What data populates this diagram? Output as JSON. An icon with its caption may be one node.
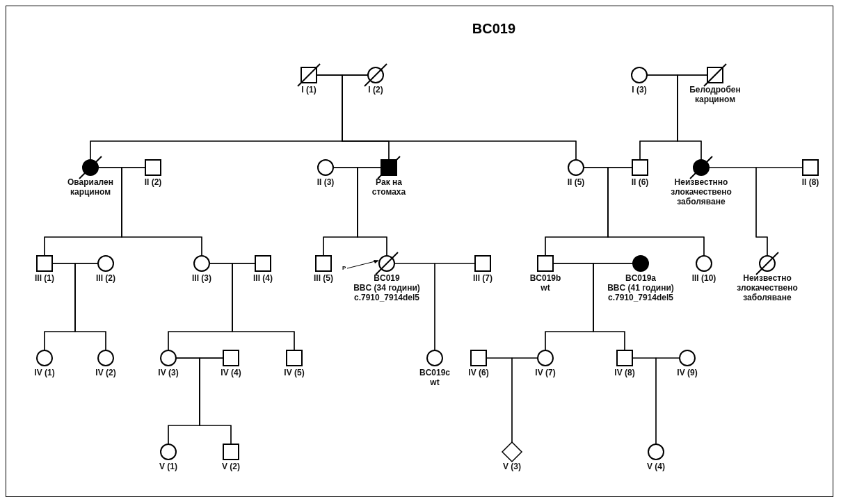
{
  "diagram": {
    "title": "BC019",
    "nodes": [
      {
        "text": [
          "I (1)"
        ]
      },
      {
        "text": [
          "I (2)"
        ]
      },
      {
        "text": [
          "I (3)"
        ]
      },
      {
        "text": [
          "Белодробен карцином"
        ]
      },
      {
        "text": [
          "Овариален карцином"
        ]
      },
      {
        "text": [
          "II (2)"
        ]
      },
      {
        "text": [
          "II (3)"
        ]
      },
      {
        "text": [
          "Рак на стомаха"
        ]
      },
      {
        "text": [
          "II (5)"
        ]
      },
      {
        "text": [
          "II (6)"
        ]
      },
      {
        "text": [
          "Неизвестнно злокачествено заболяване"
        ]
      },
      {
        "text": [
          "II (8)"
        ]
      },
      {
        "text": [
          "III (1)"
        ]
      },
      {
        "text": [
          "III (2)"
        ]
      },
      {
        "text": [
          "III (3)"
        ]
      },
      {
        "text": [
          "III (4)"
        ]
      },
      {
        "text": [
          "III (5)"
        ]
      },
      {
        "text": [
          "BC019",
          "BBC (34 години) c.7910_7914del5"
        ],
        "beside": [
          "P"
        ]
      },
      {
        "text": [
          "III (7)"
        ]
      },
      {
        "text": [
          "BC019b",
          "wt"
        ]
      },
      {
        "text": [
          "BC019a",
          "BBC (41 години) c.7910_7914del5"
        ]
      },
      {
        "text": [
          "III (10)"
        ]
      },
      {
        "text": [
          "Неизвестно злокачествено заболяване"
        ]
      },
      {
        "text": [
          "IV (1)"
        ]
      },
      {
        "text": [
          "IV (2)"
        ]
      },
      {
        "text": [
          "IV (3)"
        ]
      },
      {
        "text": [
          "IV (4)"
        ]
      },
      {
        "text": [
          "IV (5)"
        ]
      },
      {
        "text": [
          "BC019c",
          "wt"
        ]
      },
      {
        "text": [
          "IV (6)"
        ]
      },
      {
        "text": [
          "IV (7)"
        ]
      },
      {
        "text": [
          "IV (8)"
        ]
      },
      {
        "text": [
          "IV (9)"
        ]
      },
      {
        "text": [
          "V (1)"
        ]
      },
      {
        "text": [
          "V (2)"
        ]
      },
      {
        "text": [
          "V (3)"
        ]
      },
      {
        "text": [
          "V (4)"
        ]
      }
    ],
    "edges": [
      {
        "from": 0,
        "to": 1,
        "arrow": "none"
      },
      {
        "from": 0,
        "to": 4,
        "arrow": "none"
      },
      {
        "from": 1,
        "to": 4,
        "arrow": "none"
      },
      {
        "from": 0,
        "to": 7,
        "arrow": "none"
      },
      {
        "from": 1,
        "to": 7,
        "arrow": "none"
      },
      {
        "from": 0,
        "to": 8,
        "arrow": "none"
      },
      {
        "from": 1,
        "to": 8,
        "arrow": "none"
      },
      {
        "from": 2,
        "to": 3,
        "arrow": "none"
      },
      {
        "from": 2,
        "to": 9,
        "arrow": "none"
      },
      {
        "from": 3,
        "to": 9,
        "arrow": "none"
      },
      {
        "from": 2,
        "to": 10,
        "arrow": "none"
      },
      {
        "from": 3,
        "to": 10,
        "arrow": "none"
      },
      {
        "from": 4,
        "to": 5,
        "arrow": "none"
      },
      {
        "from": 4,
        "to": 12,
        "arrow": "none"
      },
      {
        "from": 5,
        "to": 12,
        "arrow": "none"
      },
      {
        "from": 4,
        "to": 14,
        "arrow": "none"
      },
      {
        "from": 5,
        "to": 14,
        "arrow": "none"
      },
      {
        "from": 6,
        "to": 7,
        "arrow": "none"
      },
      {
        "from": 6,
        "to": 16,
        "arrow": "none"
      },
      {
        "from": 7,
        "to": 16,
        "arrow": "none"
      },
      {
        "from": 6,
        "to": 17,
        "arrow": "none"
      },
      {
        "from": 7,
        "to": 17,
        "arrow": "none"
      },
      {
        "from": 8,
        "to": 9,
        "arrow": "none"
      },
      {
        "from": 8,
        "to": 19,
        "arrow": "none"
      },
      {
        "from": 9,
        "to": 19,
        "arrow": "none"
      },
      {
        "from": 8,
        "to": 21,
        "arrow": "none"
      },
      {
        "from": 9,
        "to": 21,
        "arrow": "none"
      },
      {
        "from": 10,
        "to": 11,
        "arrow": "none"
      },
      {
        "from": 10,
        "to": 22,
        "arrow": "none"
      },
      {
        "from": 11,
        "to": 22,
        "arrow": "none"
      },
      {
        "from": 12,
        "to": 13,
        "arrow": "none"
      },
      {
        "from": 12,
        "to": 23,
        "arrow": "none"
      },
      {
        "from": 13,
        "to": 23,
        "arrow": "none"
      },
      {
        "from": 12,
        "to": 24,
        "arrow": "none"
      },
      {
        "from": 13,
        "to": 24,
        "arrow": "none"
      },
      {
        "from": 14,
        "to": 15,
        "arrow": "none"
      },
      {
        "from": 14,
        "to": 25,
        "arrow": "none"
      },
      {
        "from": 15,
        "to": 25,
        "arrow": "none"
      },
      {
        "from": 14,
        "to": 27,
        "arrow": "none"
      },
      {
        "from": 15,
        "to": 27,
        "arrow": "none"
      },
      {
        "from": 17,
        "to": 18,
        "arrow": "none"
      },
      {
        "from": 17,
        "to": 28,
        "arrow": "none"
      },
      {
        "from": 18,
        "to": 28,
        "arrow": "none"
      },
      {
        "from": 19,
        "to": 20,
        "arrow": "none"
      },
      {
        "from": 19,
        "to": 30,
        "arrow": "none"
      },
      {
        "from": 20,
        "to": 30,
        "arrow": "none"
      },
      {
        "from": 19,
        "to": 31,
        "arrow": "none"
      },
      {
        "from": 20,
        "to": 31,
        "arrow": "none"
      },
      {
        "from": 25,
        "to": 26,
        "arrow": "none"
      },
      {
        "from": 25,
        "to": 33,
        "arrow": "none"
      },
      {
        "from": 26,
        "to": 33,
        "arrow": "none"
      },
      {
        "from": 25,
        "to": 34,
        "arrow": "none"
      },
      {
        "from": 26,
        "to": 34,
        "arrow": "none"
      },
      {
        "from": 29,
        "to": 30,
        "arrow": "none"
      },
      {
        "from": 29,
        "to": 35,
        "arrow": "none"
      },
      {
        "from": 30,
        "to": 35,
        "arrow": "none"
      },
      {
        "from": 31,
        "to": 32,
        "arrow": "none"
      },
      {
        "from": 31,
        "to": 36,
        "arrow": "none"
      },
      {
        "from": 32,
        "to": 36,
        "arrow": "none"
      }
    ]
  }
}
